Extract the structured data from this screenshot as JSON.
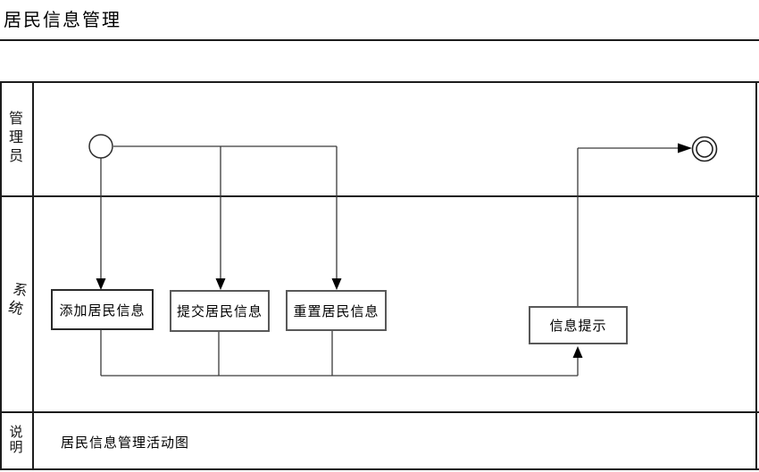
{
  "title": "居民信息管理",
  "lanes": [
    {
      "id": "admin",
      "label": "管理员"
    },
    {
      "id": "system",
      "label": "系统"
    },
    {
      "id": "note",
      "label": "说明"
    }
  ],
  "nodes": {
    "add": "添加居民信息",
    "submit": "提交居民信息",
    "reset": "重置居民信息",
    "prompt": "信息提示"
  },
  "note_text": "居民信息管理活动图",
  "colors": {
    "line": "#333333",
    "border_dark": "#2a2a2a",
    "border_gray": "#595959",
    "background": "#ffffff"
  }
}
